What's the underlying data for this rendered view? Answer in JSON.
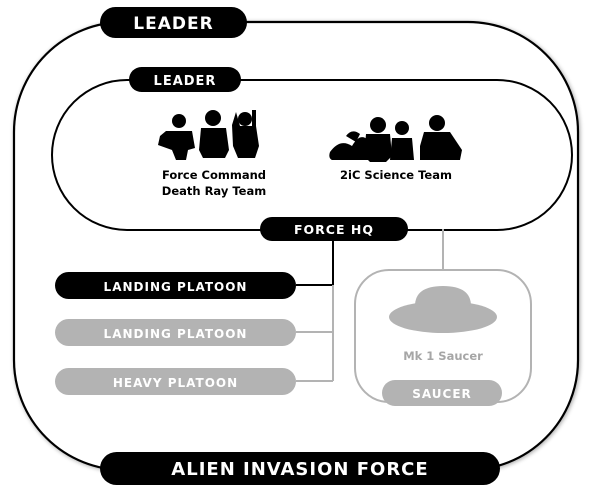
{
  "outer": {
    "top_label": "LEADER",
    "bottom_label": "ALIEN INVASION FORCE"
  },
  "hq": {
    "top_label": "LEADER",
    "bottom_label": "FORCE HQ",
    "teams": [
      {
        "line1": "Force Command",
        "line2": "Death Ray Team"
      },
      {
        "line1": "2iC Science Team"
      }
    ]
  },
  "platoons": [
    {
      "label": "LANDING PLATOON",
      "state": "active"
    },
    {
      "label": "LANDING PLATOON",
      "state": "inactive"
    },
    {
      "label": "HEAVY PLATOON",
      "state": "inactive"
    }
  ],
  "saucer": {
    "name": "Mk 1 Saucer",
    "label": "SAUCER"
  },
  "colors": {
    "active": "#000000",
    "inactive": "#b3b3b3",
    "inactive_text": "#a6a6a6",
    "text_on_pill": "#ffffff"
  }
}
